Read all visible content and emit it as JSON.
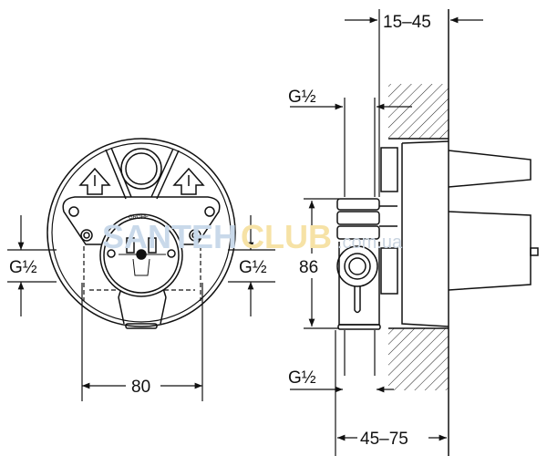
{
  "drawing": {
    "front_view": {
      "inlet_left_label": "G½",
      "inlet_right_label": "G½",
      "width_dimension": "80",
      "brand_mark": "GROHE"
    },
    "side_view": {
      "wall_depth_dimension": "15–45",
      "top_connection_label": "G½",
      "bottom_connection_label": "G½",
      "height_dimension": "86",
      "install_depth_dimension": "45–75"
    }
  },
  "watermark": {
    "part1": "SANTEH",
    "part2": "CLUB",
    "domain": ".com.ua"
  },
  "colors": {
    "line": "#111111",
    "watermark_blue": "#c9d9ea",
    "watermark_yellow": "#f6e2a6"
  }
}
